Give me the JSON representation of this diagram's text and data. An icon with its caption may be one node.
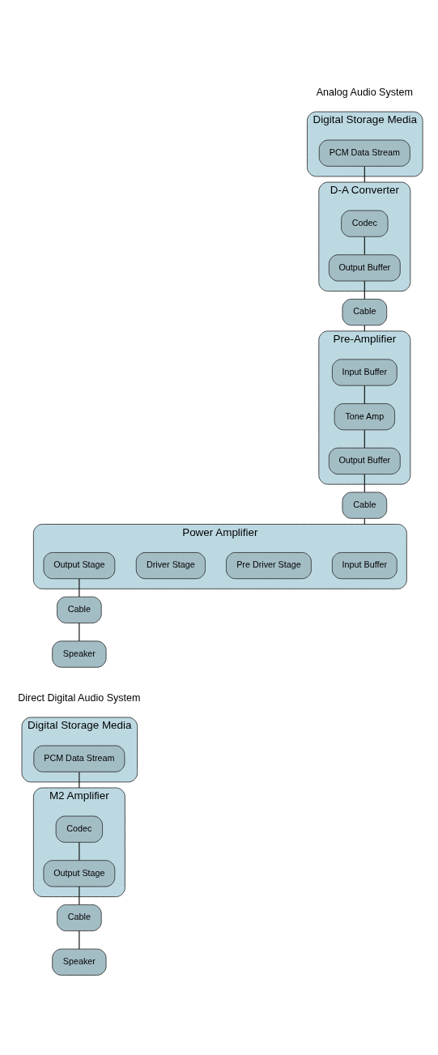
{
  "diagram": {
    "nodes": [
      {
        "text": [
          "Digital Storage Media"
        ]
      },
      {
        "text": [
          "PCM Data Stream"
        ],
        "in": 0
      },
      {
        "text": [
          "D-A Converter"
        ]
      },
      {
        "text": [
          "Codec"
        ],
        "in": 2
      },
      {
        "text": [
          "Output Buffer"
        ],
        "in": 2
      },
      {
        "text": [
          "Cable"
        ]
      },
      {
        "text": [
          "Pre-Amplifier"
        ]
      },
      {
        "text": [
          "Input Buffer"
        ],
        "in": 6
      },
      {
        "text": [
          "Tone Amp"
        ],
        "in": 6
      },
      {
        "text": [
          "Output Buffer"
        ],
        "in": 6
      },
      {
        "text": [
          "Cable"
        ]
      },
      {
        "text": [
          "Power Amplifier"
        ]
      },
      {
        "text": [
          "Input Buffer"
        ],
        "in": 11
      },
      {
        "text": [
          "Pre Driver Stage"
        ],
        "in": 11
      },
      {
        "text": [
          "Driver Stage"
        ],
        "in": 11
      },
      {
        "text": [
          "Output Stage"
        ],
        "in": 11
      },
      {
        "text": [
          "Cable"
        ]
      },
      {
        "text": [
          "Speaker"
        ]
      },
      {
        "text": [
          "Digital Storage Media"
        ]
      },
      {
        "text": [
          "PCM Data Stream"
        ],
        "in": 18
      },
      {
        "text": [
          "M2 Amplifier"
        ]
      },
      {
        "text": [
          "Codec"
        ],
        "in": 20
      },
      {
        "text": [
          "Output Stage"
        ],
        "in": 20
      },
      {
        "text": [
          "Cable"
        ]
      },
      {
        "text": [
          "Speaker"
        ]
      }
    ],
    "edges": [
      {
        "from": 1,
        "to": 2,
        "arrow": "none"
      },
      {
        "from": 3,
        "to": 4,
        "arrow": "none"
      },
      {
        "from": 4,
        "to": 5,
        "arrow": "none"
      },
      {
        "from": 5,
        "to": 6,
        "arrow": "none"
      },
      {
        "from": 7,
        "to": 8,
        "arrow": "none"
      },
      {
        "from": 8,
        "to": 9,
        "arrow": "none"
      },
      {
        "from": 9,
        "to": 10,
        "arrow": "none"
      },
      {
        "from": 10,
        "to": 11,
        "arrow": "none"
      },
      {
        "from": 15,
        "to": 16,
        "arrow": "none"
      },
      {
        "from": 16,
        "to": 17,
        "arrow": "none"
      },
      {
        "from": 19,
        "to": 20,
        "arrow": "none"
      },
      {
        "from": 21,
        "to": 22,
        "arrow": "none"
      },
      {
        "from": 22,
        "to": 23,
        "arrow": "none"
      },
      {
        "from": 23,
        "to": 24,
        "arrow": "none"
      }
    ],
    "labels": [
      "Analog Audio System",
      "Direct Digital Audio System"
    ]
  }
}
